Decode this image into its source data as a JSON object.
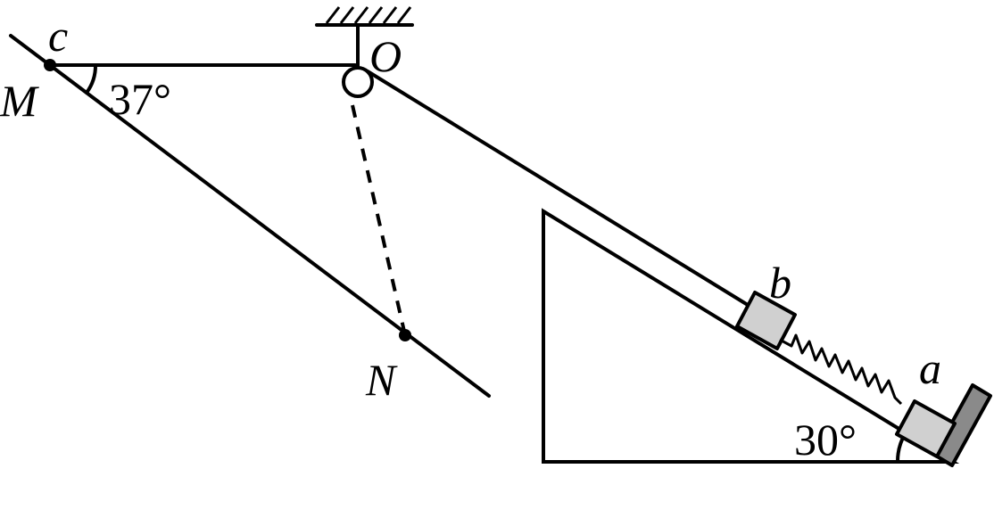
{
  "labels": {
    "c": "c",
    "M": "M",
    "O": "O",
    "N": "N",
    "b": "b",
    "a": "a",
    "angle_left": "37°",
    "angle_right": "30°"
  },
  "colors": {
    "ink": "#000000",
    "block_fill": "#d0d0d0",
    "stopper_fill": "#8a8a8a",
    "background": "#ffffff"
  }
}
